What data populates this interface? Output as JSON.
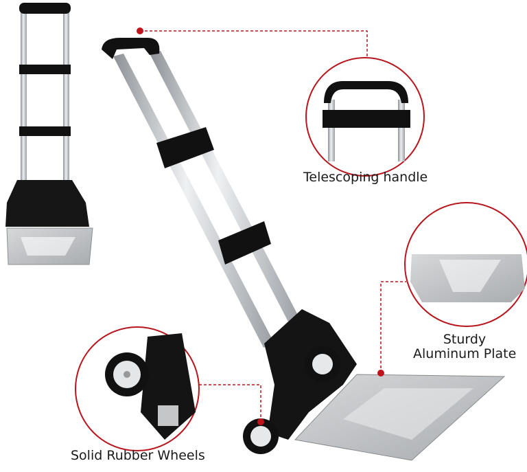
{
  "callouts": {
    "handle": {
      "label": "Telescoping handle"
    },
    "plate": {
      "label_line1": "Sturdy",
      "label_line2": "Aluminum Plate"
    },
    "wheels": {
      "label": "Solid Rubber Wheels"
    }
  },
  "colors": {
    "accent": "#c0141c",
    "frame": "#b8bcc0",
    "grip": "#111111",
    "plate": "#c9cbcd"
  }
}
